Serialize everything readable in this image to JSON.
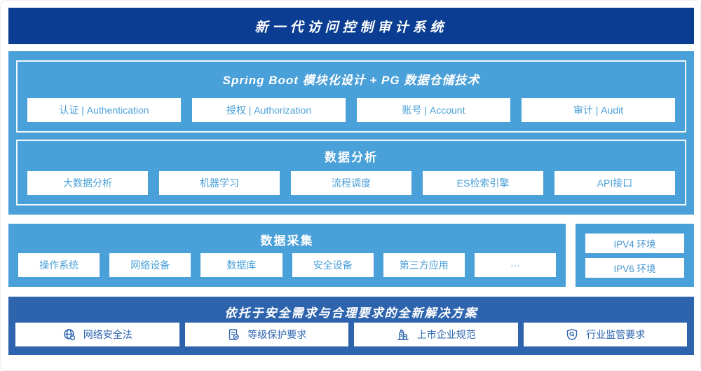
{
  "banner": {
    "title": "新一代访问控制审计系统"
  },
  "platform": {
    "modules_section": {
      "title": "Spring Boot 模块化设计 + PG 数据仓储技术",
      "items": [
        "认证 | Authentication",
        "授权 | Authorization",
        "账号 | Account",
        "审计 | Audit"
      ]
    },
    "analysis_section": {
      "title": "数据分析",
      "items": [
        "大数据分析",
        "机器学习",
        "流程调度",
        "ES检索引擎",
        "API接口"
      ]
    }
  },
  "collection": {
    "title": "数据采集",
    "items": [
      "操作系统",
      "网络设备",
      "数据库",
      "安全设备",
      "第三方应用",
      "···"
    ]
  },
  "environments": {
    "items": [
      "IPV4 环境",
      "IPV6 环境"
    ]
  },
  "solution": {
    "title": "依托于安全需求与合理要求的全新解决方案",
    "items": [
      {
        "icon": "globe-icon",
        "label": "网络安全法"
      },
      {
        "icon": "document-check-icon",
        "label": "等级保护要求"
      },
      {
        "icon": "building-icon",
        "label": "上市企业规范"
      },
      {
        "icon": "shield-search-icon",
        "label": "行业监管要求"
      }
    ]
  },
  "colors": {
    "navy": "#0b3e92",
    "sky_blue": "#4aa0d8",
    "medium_blue": "#2e64ae",
    "box_background": "#ffffff"
  }
}
